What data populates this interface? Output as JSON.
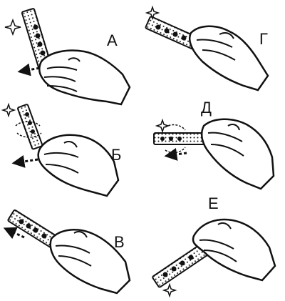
{
  "panels": [
    {
      "id": "A",
      "letter": "А"
    },
    {
      "id": "G",
      "letter": "Г"
    },
    {
      "id": "B",
      "letter": "Б"
    },
    {
      "id": "D",
      "letter": "Д"
    },
    {
      "id": "V",
      "letter": "В"
    },
    {
      "id": "E",
      "letter": "Е"
    }
  ],
  "colors": {
    "ink": "#111111",
    "paper": "#ffffff"
  },
  "icons": [
    "hand-icon",
    "stick-icon",
    "sparkle-icon",
    "arrow-icon"
  ]
}
